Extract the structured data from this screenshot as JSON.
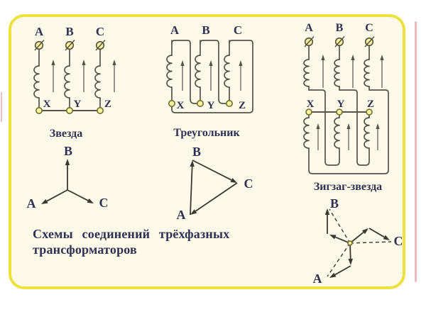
{
  "slide": {
    "caption_line1": "Схемы соединений трёхфазных",
    "caption_line2": "трансформаторов"
  },
  "colors": {
    "wire": "#56544a",
    "vector": "#3a3931",
    "label": "#2f3152",
    "node_fill": "#f8f2a2",
    "node_stroke": "#6f6e2a",
    "terminal_stroke": "#55543f",
    "slide_border": "#ece23e",
    "slide_background": "#fcf9e9",
    "pink_edge": "#e7a2aa"
  },
  "diagrams": {
    "star": {
      "title": "Звезда",
      "phases": [
        "A",
        "B",
        "C"
      ],
      "ends": [
        "X",
        "Y",
        "Z"
      ]
    },
    "delta": {
      "title": "Треугольник",
      "phases": [
        "A",
        "B",
        "C"
      ],
      "ends": [
        "X",
        "Y",
        "Z"
      ]
    },
    "zigzag": {
      "title": "Зигзаг-звезда",
      "phases": [
        "A",
        "B",
        "C"
      ],
      "ends": [
        "X",
        "Y",
        "Z"
      ]
    }
  },
  "vectors": {
    "star": {
      "labels": {
        "a": "A",
        "b": "B",
        "c": "C"
      }
    },
    "delta": {
      "labels": {
        "a": "A",
        "b": "B",
        "c": "C"
      }
    },
    "zigzag": {
      "labels": {
        "a": "A",
        "b": "B",
        "c": "C"
      }
    }
  }
}
